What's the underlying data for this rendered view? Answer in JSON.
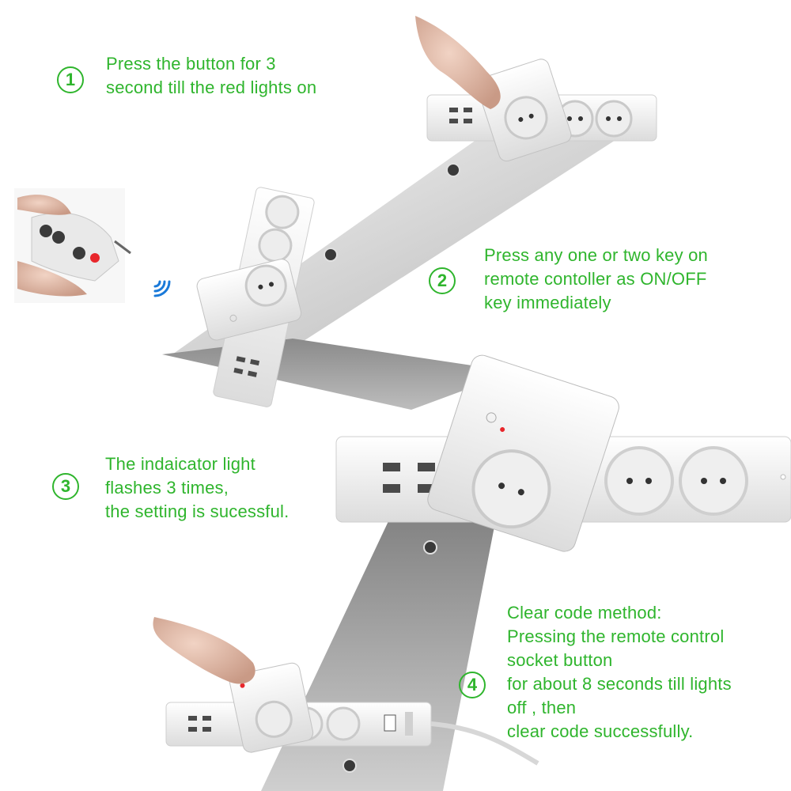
{
  "colors": {
    "accent_green": "#2fb52d",
    "belt_gray": "#9a9a9a",
    "strip_white": "#f3f3f3",
    "indicator_red": "#e8262b"
  },
  "steps": [
    {
      "number": "1",
      "lines": [
        "Press the button for 3",
        "second till the red lights on"
      ]
    },
    {
      "number": "2",
      "lines": [
        "Press  any  one or two key on",
        "remote contoller as ON/OFF",
        "key immediately"
      ]
    },
    {
      "number": "3",
      "lines": [
        "The indaicator light",
        "flashes 3 times,",
        "the setting is sucessful."
      ]
    },
    {
      "number": "4",
      "lines": [
        "Clear code method:",
        "Pressing the remote control",
        "socket button",
        "for about 8 seconds till lights",
        "off , then",
        "clear code successfully."
      ]
    }
  ],
  "icons": [
    "wifi-signal-icon",
    "hand-icon",
    "remote-control-icon",
    "power-strip-icon",
    "socket-icon",
    "usb-port-icon",
    "indicator-light-icon",
    "switch-icon"
  ]
}
